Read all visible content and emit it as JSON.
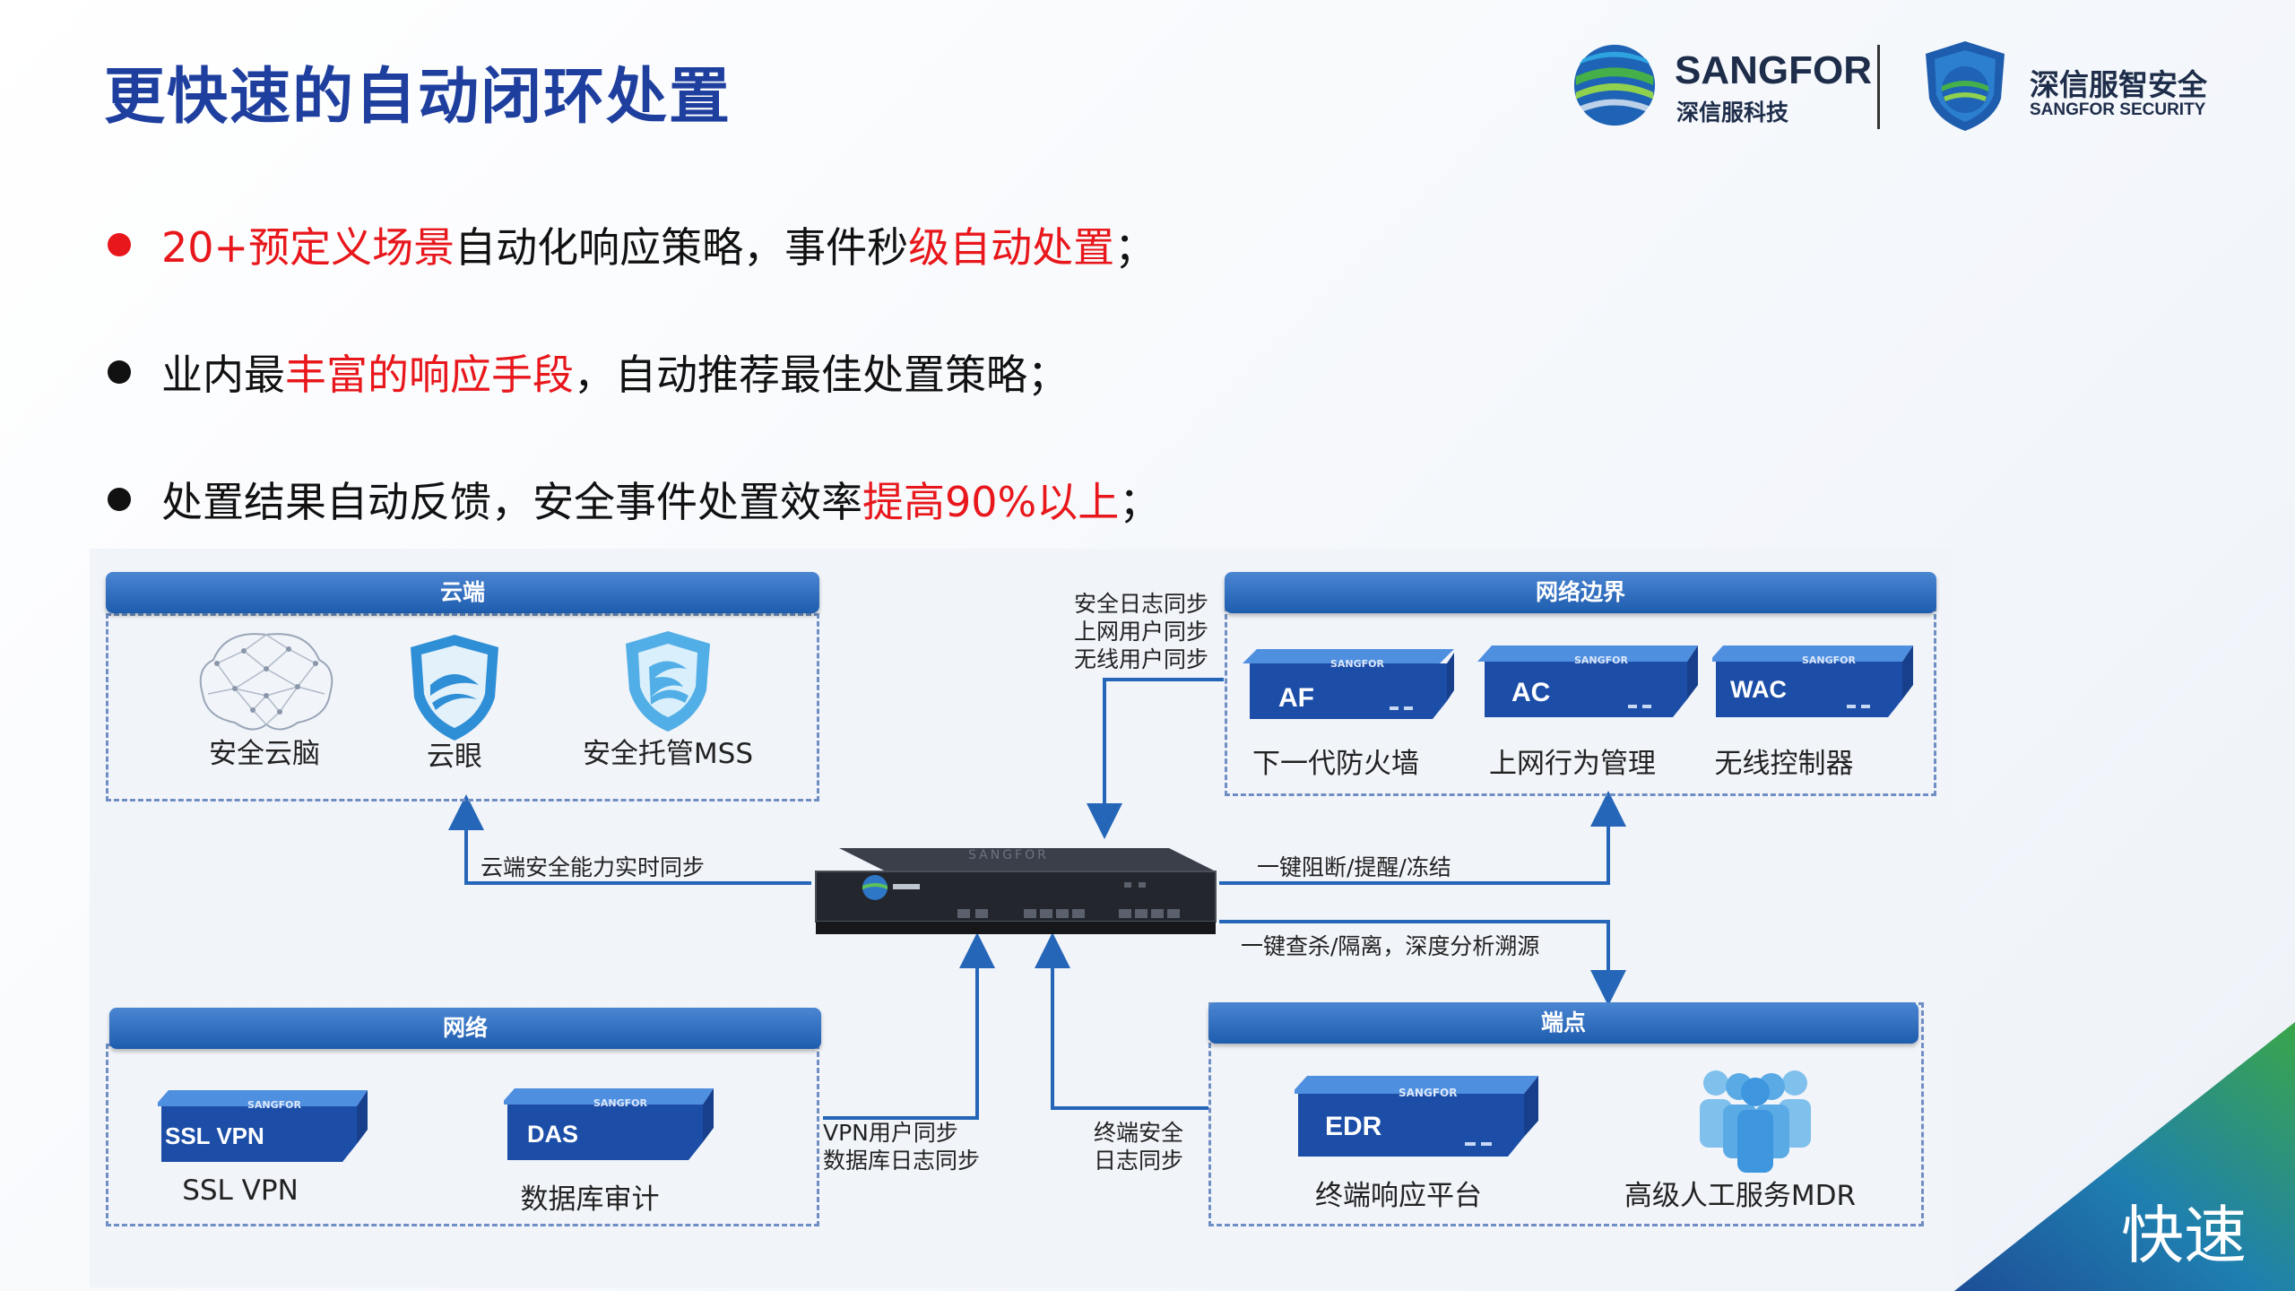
{
  "title": "更快速的自动闭环处置",
  "logo": {
    "brand": "SANGFOR",
    "brand_cn": "深信服科技",
    "security_cn": "深信服智安全",
    "security_en": "SANGFOR SECURITY"
  },
  "bullets": [
    {
      "dot_color": "#e8171c",
      "segments": [
        {
          "text": "20+预定义场景",
          "red": true
        },
        {
          "text": "自动化响应策略，事件秒",
          "red": false
        },
        {
          "text": "级自动处置",
          "red": true
        },
        {
          "text": "；",
          "red": false
        }
      ]
    },
    {
      "dot_color": "#111111",
      "segments": [
        {
          "text": "业内最",
          "red": false
        },
        {
          "text": "丰富的响应手段",
          "red": true
        },
        {
          "text": "，自动推荐最佳处置策略；",
          "red": false
        }
      ]
    },
    {
      "dot_color": "#111111",
      "segments": [
        {
          "text": "处置结果自动反馈，安全事件处置效率",
          "red": false
        },
        {
          "text": "提高90%以上",
          "red": true
        },
        {
          "text": "；",
          "red": false
        }
      ]
    }
  ],
  "diagram": {
    "cloud": {
      "header": "云端",
      "items": [
        "安全云脑",
        "云眼",
        "安全托管MSS"
      ],
      "icons": [
        "brain-network-icon",
        "cloud-eye-shield-icon",
        "mss-shield-icon"
      ]
    },
    "boundary": {
      "header": "网络边界",
      "tags": [
        "AF",
        "AC",
        "WAC"
      ],
      "items": [
        "下一代防火墙",
        "上网行为管理",
        "无线控制器"
      ]
    },
    "network": {
      "header": "网络",
      "tags": [
        "SSL VPN",
        "DAS"
      ],
      "items": [
        "SSL VPN",
        "数据库审计"
      ]
    },
    "endpoint": {
      "header": "端点",
      "tags": [
        "EDR"
      ],
      "items": [
        "终端响应平台",
        "高级人工服务MDR"
      ],
      "icons": [
        "edr-device-icon",
        "people-group-icon"
      ]
    },
    "device_brand": "SANGFOR",
    "flows": {
      "cloud_sync": "云端安全能力实时同步",
      "boundary_sync": [
        "安全日志同步",
        "上网用户同步",
        "无线用户同步"
      ],
      "block": "一键阻断/提醒/冻结",
      "kill": "一键查杀/隔离，深度分析溯源",
      "vpn_sync": [
        "VPN用户同步",
        "数据库日志同步"
      ],
      "terminal_sync": [
        "终端安全",
        "日志同步"
      ]
    }
  },
  "corner_label": "快速",
  "colors": {
    "accent_blue": "#1e5cae",
    "highlight_red": "#e8171c",
    "corner_green": "#3aa64a",
    "corner_navy": "#1d4e97"
  }
}
